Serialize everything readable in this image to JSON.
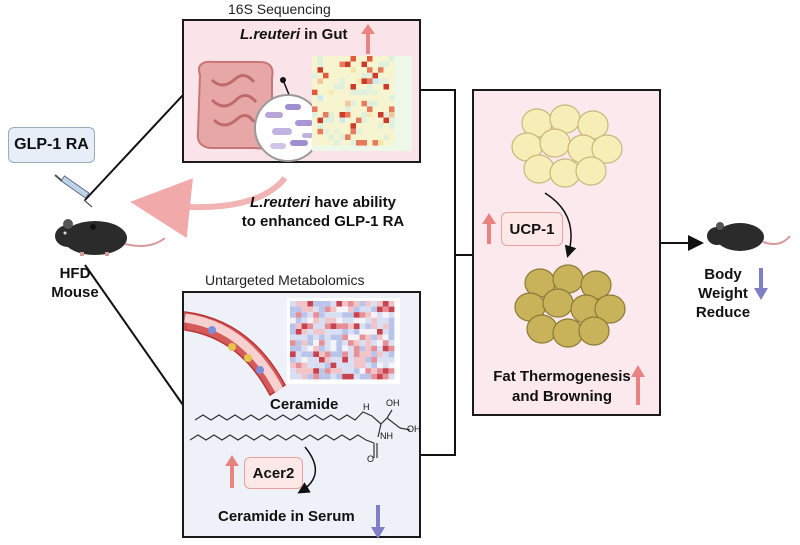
{
  "gut_panel": {
    "section_title": "16S Sequencing",
    "label_italic": "L.reuteri",
    "label_rest": " in Gut"
  },
  "metab_panel": {
    "section_title": "Untargeted Metabolomics",
    "ceramide_label": "Ceramide",
    "acer2_label": "Acer2",
    "serum_label": "Ceramide in Serum",
    "chem_labels": {
      "h": "H",
      "oh1": "OH",
      "nh": "NH",
      "oh2": "OH",
      "o": "O"
    }
  },
  "left": {
    "drug_label": "GLP-1 RA",
    "mouse_label_line1": "HFD",
    "mouse_label_line2": "Mouse"
  },
  "middle_text": {
    "line1_italic": "L.reuteri",
    "line1_rest": " have ability",
    "line2": "to enhanced GLP-1 RA"
  },
  "fat_panel": {
    "ucp1_label": "UCP-1",
    "caption_line1": "Fat Thermogenesis",
    "caption_line2": "and Browning"
  },
  "right": {
    "outcome_line1": "Body Weight",
    "outcome_line2": "Reduce"
  },
  "colors": {
    "up_arrow": "#e8837f",
    "down_arrow": "#7f7fc8",
    "gut_panel_bg": "#fbe3ea",
    "metab_panel_bg": "#eef2f8",
    "fat_panel_bg": "#fbe9ee",
    "white_fat": "#f7edb6",
    "brown_fat": "#c8b25a"
  }
}
